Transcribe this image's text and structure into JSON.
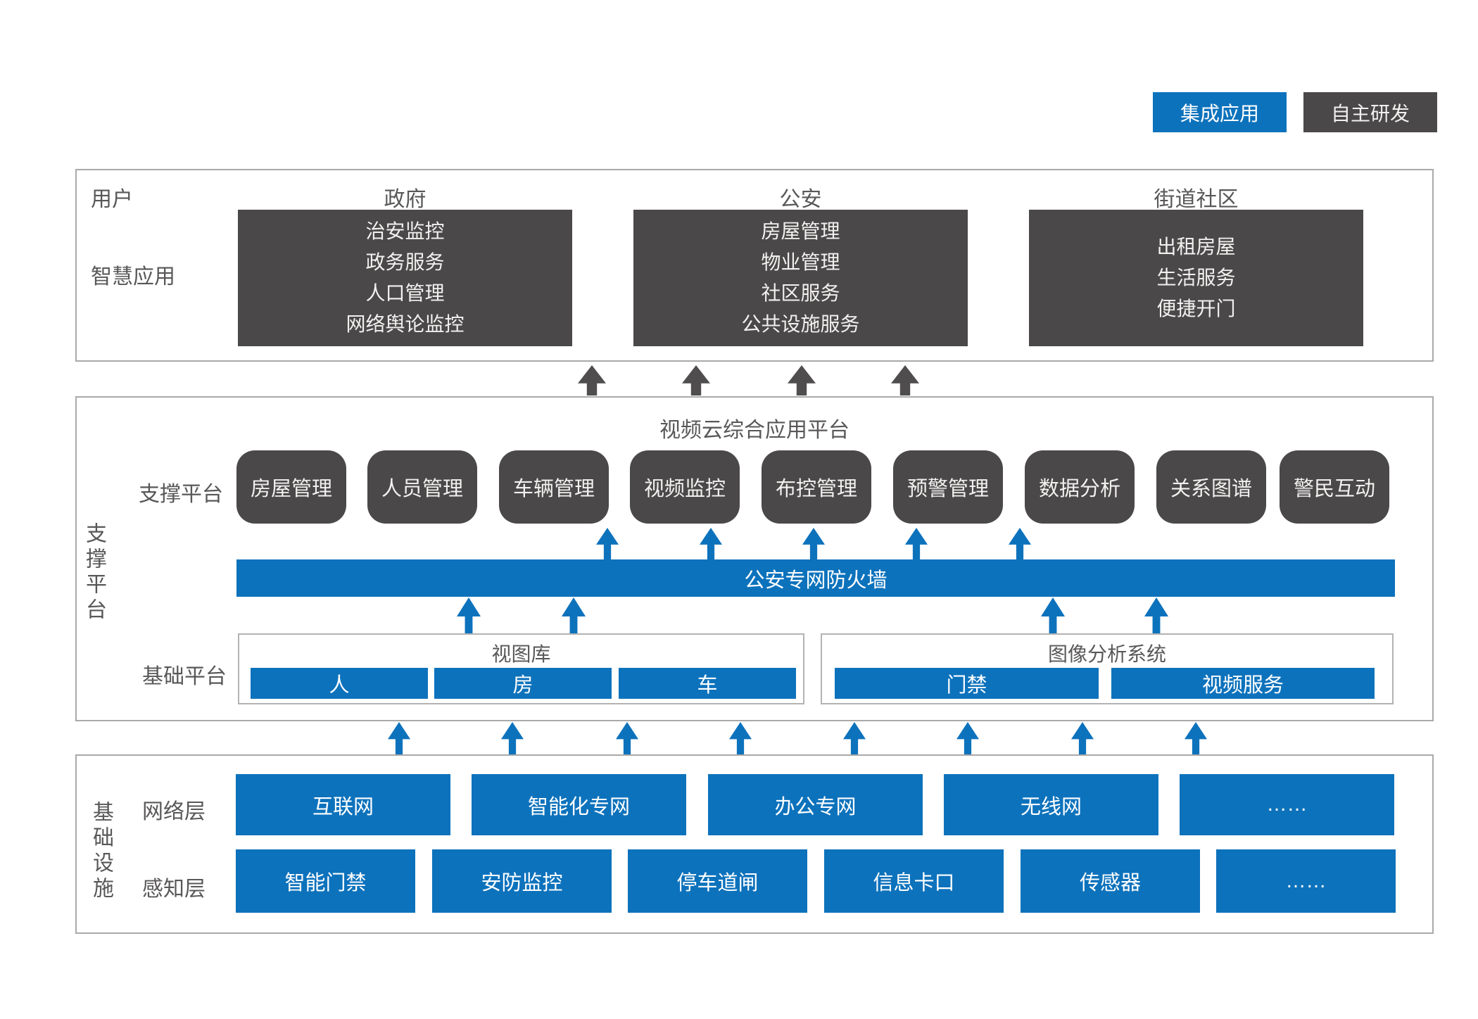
{
  "legend": {
    "integrated": "集成应用",
    "self_developed": "自主研发"
  },
  "colors": {
    "blue": "#0d72bc",
    "dark_gray": "#4a4848",
    "border_gray": "#a9a9a9"
  },
  "top_section": {
    "row_label_users": "用户",
    "row_label_apps": "智慧应用",
    "groups": [
      {
        "header": "政府",
        "items": [
          "治安监控",
          "政务服务",
          "人口管理",
          "网络舆论监控"
        ]
      },
      {
        "header": "公安",
        "items": [
          "房屋管理",
          "物业管理",
          "社区服务",
          "公共设施服务"
        ]
      },
      {
        "header": "街道社区",
        "items": [
          "出租房屋",
          "生活服务",
          "便捷开门"
        ]
      }
    ]
  },
  "middle_section": {
    "side_label": "支撑平台",
    "title": "视频云综合应用平台",
    "support_row_label": "支撑平台",
    "support_apps": [
      "房屋管理",
      "人员管理",
      "车辆管理",
      "视频监控",
      "布控管理",
      "预警管理",
      "数据分析",
      "关系图谱",
      "警民互动"
    ],
    "firewall": "公安专网防火墙",
    "base_row_label": "基础平台",
    "base_groups": [
      {
        "title": "视图库",
        "items": [
          "人",
          "房",
          "车"
        ]
      },
      {
        "title": "图像分析系统",
        "items": [
          "门禁",
          "视频服务"
        ]
      }
    ]
  },
  "bottom_section": {
    "side_label": "基础设施",
    "network_row": {
      "label": "网络层",
      "items": [
        "互联网",
        "智能化专网",
        "办公专网",
        "无线网",
        "……"
      ]
    },
    "sensing_row": {
      "label": "感知层",
      "items": [
        "智能门禁",
        "安防监控",
        "停车道闸",
        "信息卡口",
        "传感器",
        "……"
      ]
    }
  }
}
